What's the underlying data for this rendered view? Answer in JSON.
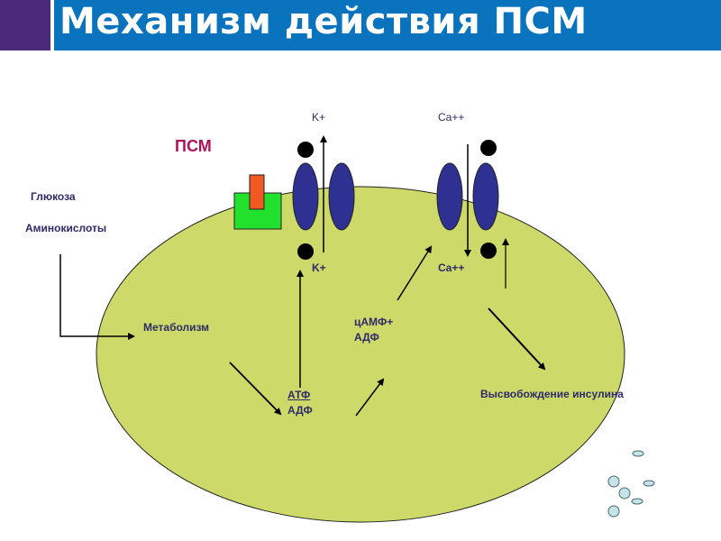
{
  "title": "Механизм действия ПСМ",
  "labels": {
    "psm": "ПСМ",
    "k_top": "K+",
    "ca_top": "Ca++",
    "k_bottom": "K+",
    "ca_bottom": "Ca++",
    "glucose": "Глюкоза",
    "amino_acids": "Аминокислоты",
    "metabolism": "Метаболизм",
    "atp": "АТФ",
    "adp": "АДФ",
    "camp": "цАМФ+",
    "camp_adp": "АДФ",
    "insulin_release": "Высвобождение инсулина"
  },
  "colors": {
    "header": "#0a73bd",
    "header_accent": "#4b2a7a",
    "cell": "#cdd968",
    "channel": "#2e3192",
    "receptor": "#22e12c",
    "drug": "#f05a22",
    "granule": "#c5e4ea"
  }
}
